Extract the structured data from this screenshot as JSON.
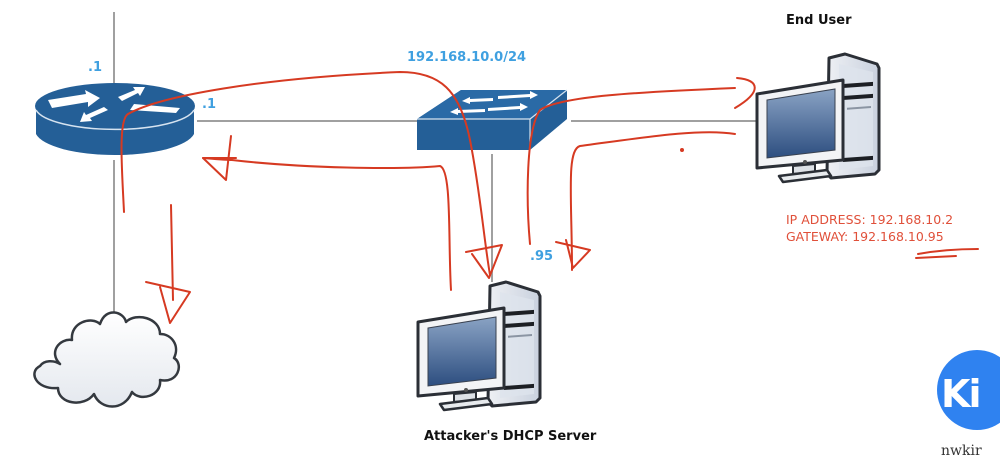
{
  "diagram": {
    "title": "Rogue DHCP server attack",
    "network_label": "192.168.10.0/24",
    "nodes": {
      "router": {
        "name": "Router",
        "labels": [
          ".1",
          ".1"
        ]
      },
      "switch": {
        "name": "Switch"
      },
      "cloud": {
        "name": "Internet"
      },
      "end_user": {
        "name": "End User"
      },
      "attacker": {
        "name": "Attacker's DHCP Server",
        "ip_suffix": ".95"
      }
    },
    "annotation": {
      "ip_address": "IP ADDRESS: 192.168.10.2",
      "gateway": "GATEWAY: 192.168.10.95"
    },
    "colors": {
      "device_blue": "#245f97",
      "label_blue": "#3fa0e0",
      "annotation_red": "#e0503a",
      "pen_red": "#d63a22",
      "link_gray": "#a0a0a0"
    }
  },
  "watermark": {
    "logo_text": "Ki",
    "brand_text": "nwkir",
    "color": "#2f82f0"
  }
}
